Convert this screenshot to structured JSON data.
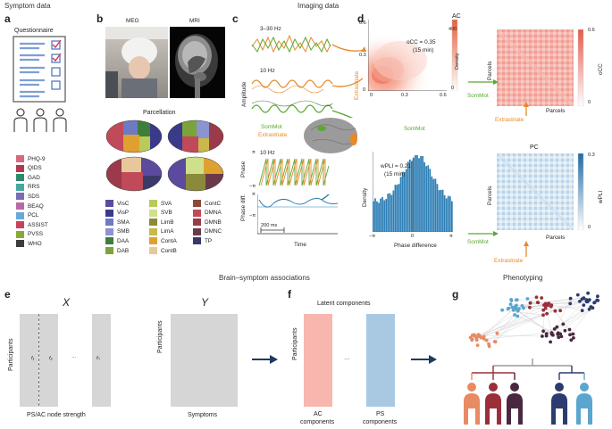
{
  "section_titles": {
    "symptom": "Symptom data",
    "imaging": "Imaging data",
    "associations": "Brain–symptom associations",
    "phenotyping": "Phenotyping"
  },
  "panel_letters": [
    "a",
    "b",
    "c",
    "d",
    "e",
    "f",
    "g"
  ],
  "panel_a": {
    "title": "Questionnaire",
    "measures": [
      {
        "label": "PHQ-9",
        "color": "#d66a7c"
      },
      {
        "label": "QIDS",
        "color": "#b13b53"
      },
      {
        "label": "GAD",
        "color": "#2e8a6d"
      },
      {
        "label": "RRS",
        "color": "#4aa6a0"
      },
      {
        "label": "SDS",
        "color": "#7a6cb8"
      },
      {
        "label": "BEAQ",
        "color": "#b86aa8"
      },
      {
        "label": "PCL",
        "color": "#6aa8d6"
      },
      {
        "label": "ASSIST",
        "color": "#c9425a"
      },
      {
        "label": "PVSS",
        "color": "#8aa83a"
      },
      {
        "label": "WHO",
        "color": "#3c3c3c"
      }
    ]
  },
  "panel_b": {
    "meg_label": "MEG",
    "mri_label": "MRI",
    "parcellation_title": "Parcellation",
    "networks": [
      {
        "label": "VisC",
        "color": "#5c4a9e"
      },
      {
        "label": "VisP",
        "color": "#3a3a8a"
      },
      {
        "label": "SMA",
        "color": "#6c7bc4"
      },
      {
        "label": "SMB",
        "color": "#8b93d0"
      },
      {
        "label": "DAA",
        "color": "#3f7d3a"
      },
      {
        "label": "DAB",
        "color": "#7aa33c"
      },
      {
        "label": "SVA",
        "color": "#b9c95a"
      },
      {
        "label": "SVB",
        "color": "#cfe08a"
      },
      {
        "label": "LimB",
        "color": "#8a8a3a"
      },
      {
        "label": "LimA",
        "color": "#c9b84a"
      },
      {
        "label": "ContA",
        "color": "#e0a030"
      },
      {
        "label": "ContB",
        "color": "#e8c89a"
      },
      {
        "label": "ContC",
        "color": "#8a4a3a"
      },
      {
        "label": "DMNA",
        "color": "#c04a5a"
      },
      {
        "label": "DMNB",
        "color": "#9a3a4a"
      },
      {
        "label": "DMNC",
        "color": "#6a3a4a"
      },
      {
        "label": "TP",
        "color": "#3a3a6a"
      }
    ]
  },
  "panel_c": {
    "amplitude_label": "Amplitude",
    "band_label": "3–30 Hz",
    "alpha_label_1": "10 Hz",
    "alpha_label_2": "10 Hz",
    "somMot": "SomMot",
    "extrastriate": "Extrastriate",
    "phase_label": "Phase",
    "phase_diff_label": "Phase diff.",
    "pi": "π",
    "neg_pi": "−π",
    "scale_bar": "200 ms",
    "time_label": "Time",
    "colors": {
      "green": "#5aa832",
      "orange": "#e8892a",
      "teal": "#2d7fb0"
    }
  },
  "panel_d": {
    "ac_label": "AC",
    "occ_text": "oCC = 0.35",
    "occ_duration": "(15 min)",
    "density_label": "Density",
    "density_ticks": [
      "400",
      "0"
    ],
    "x_ticks": [
      "0",
      "0.3",
      "0.6"
    ],
    "y_ticks": [
      "0.6",
      "0.3",
      "0"
    ],
    "extrastriate": "Extrastriate",
    "somMot": "SomMot",
    "parcels": "Parcels",
    "occ_axis": "oCC",
    "occ_scale_ticks": [
      "0.6",
      "0"
    ],
    "pc_label": "PC",
    "wpli_text": "wPLI = 0.21",
    "wpli_duration": "(15 min)",
    "phase_difference": "Phase difference",
    "hist_x_ticks": [
      "−π",
      "0",
      "π"
    ],
    "wpli_axis": "wPLI",
    "wpli_scale_ticks": [
      "0.3",
      "0"
    ]
  },
  "panel_e": {
    "x_label": "X",
    "y_label": "Y",
    "participants": "Participants",
    "features": [
      "f₁",
      "f₂",
      "…",
      "fₙ"
    ],
    "x_caption": "PS/AC node strength",
    "y_caption": "Symptoms"
  },
  "panel_f": {
    "title": "Latent components",
    "participants": "Participants",
    "ellipsis": "…",
    "ac_caption_1": "AC",
    "ac_caption_2": "components",
    "ps_caption_1": "PS",
    "ps_caption_2": "components",
    "colors": {
      "ac": "#f7b7ae",
      "ps": "#a9c9e3"
    }
  },
  "panel_g": {
    "cluster_colors": [
      "#e88a62",
      "#9a2f3a",
      "#4a2840",
      "#2c3c6e",
      "#5aa6cf"
    ]
  }
}
